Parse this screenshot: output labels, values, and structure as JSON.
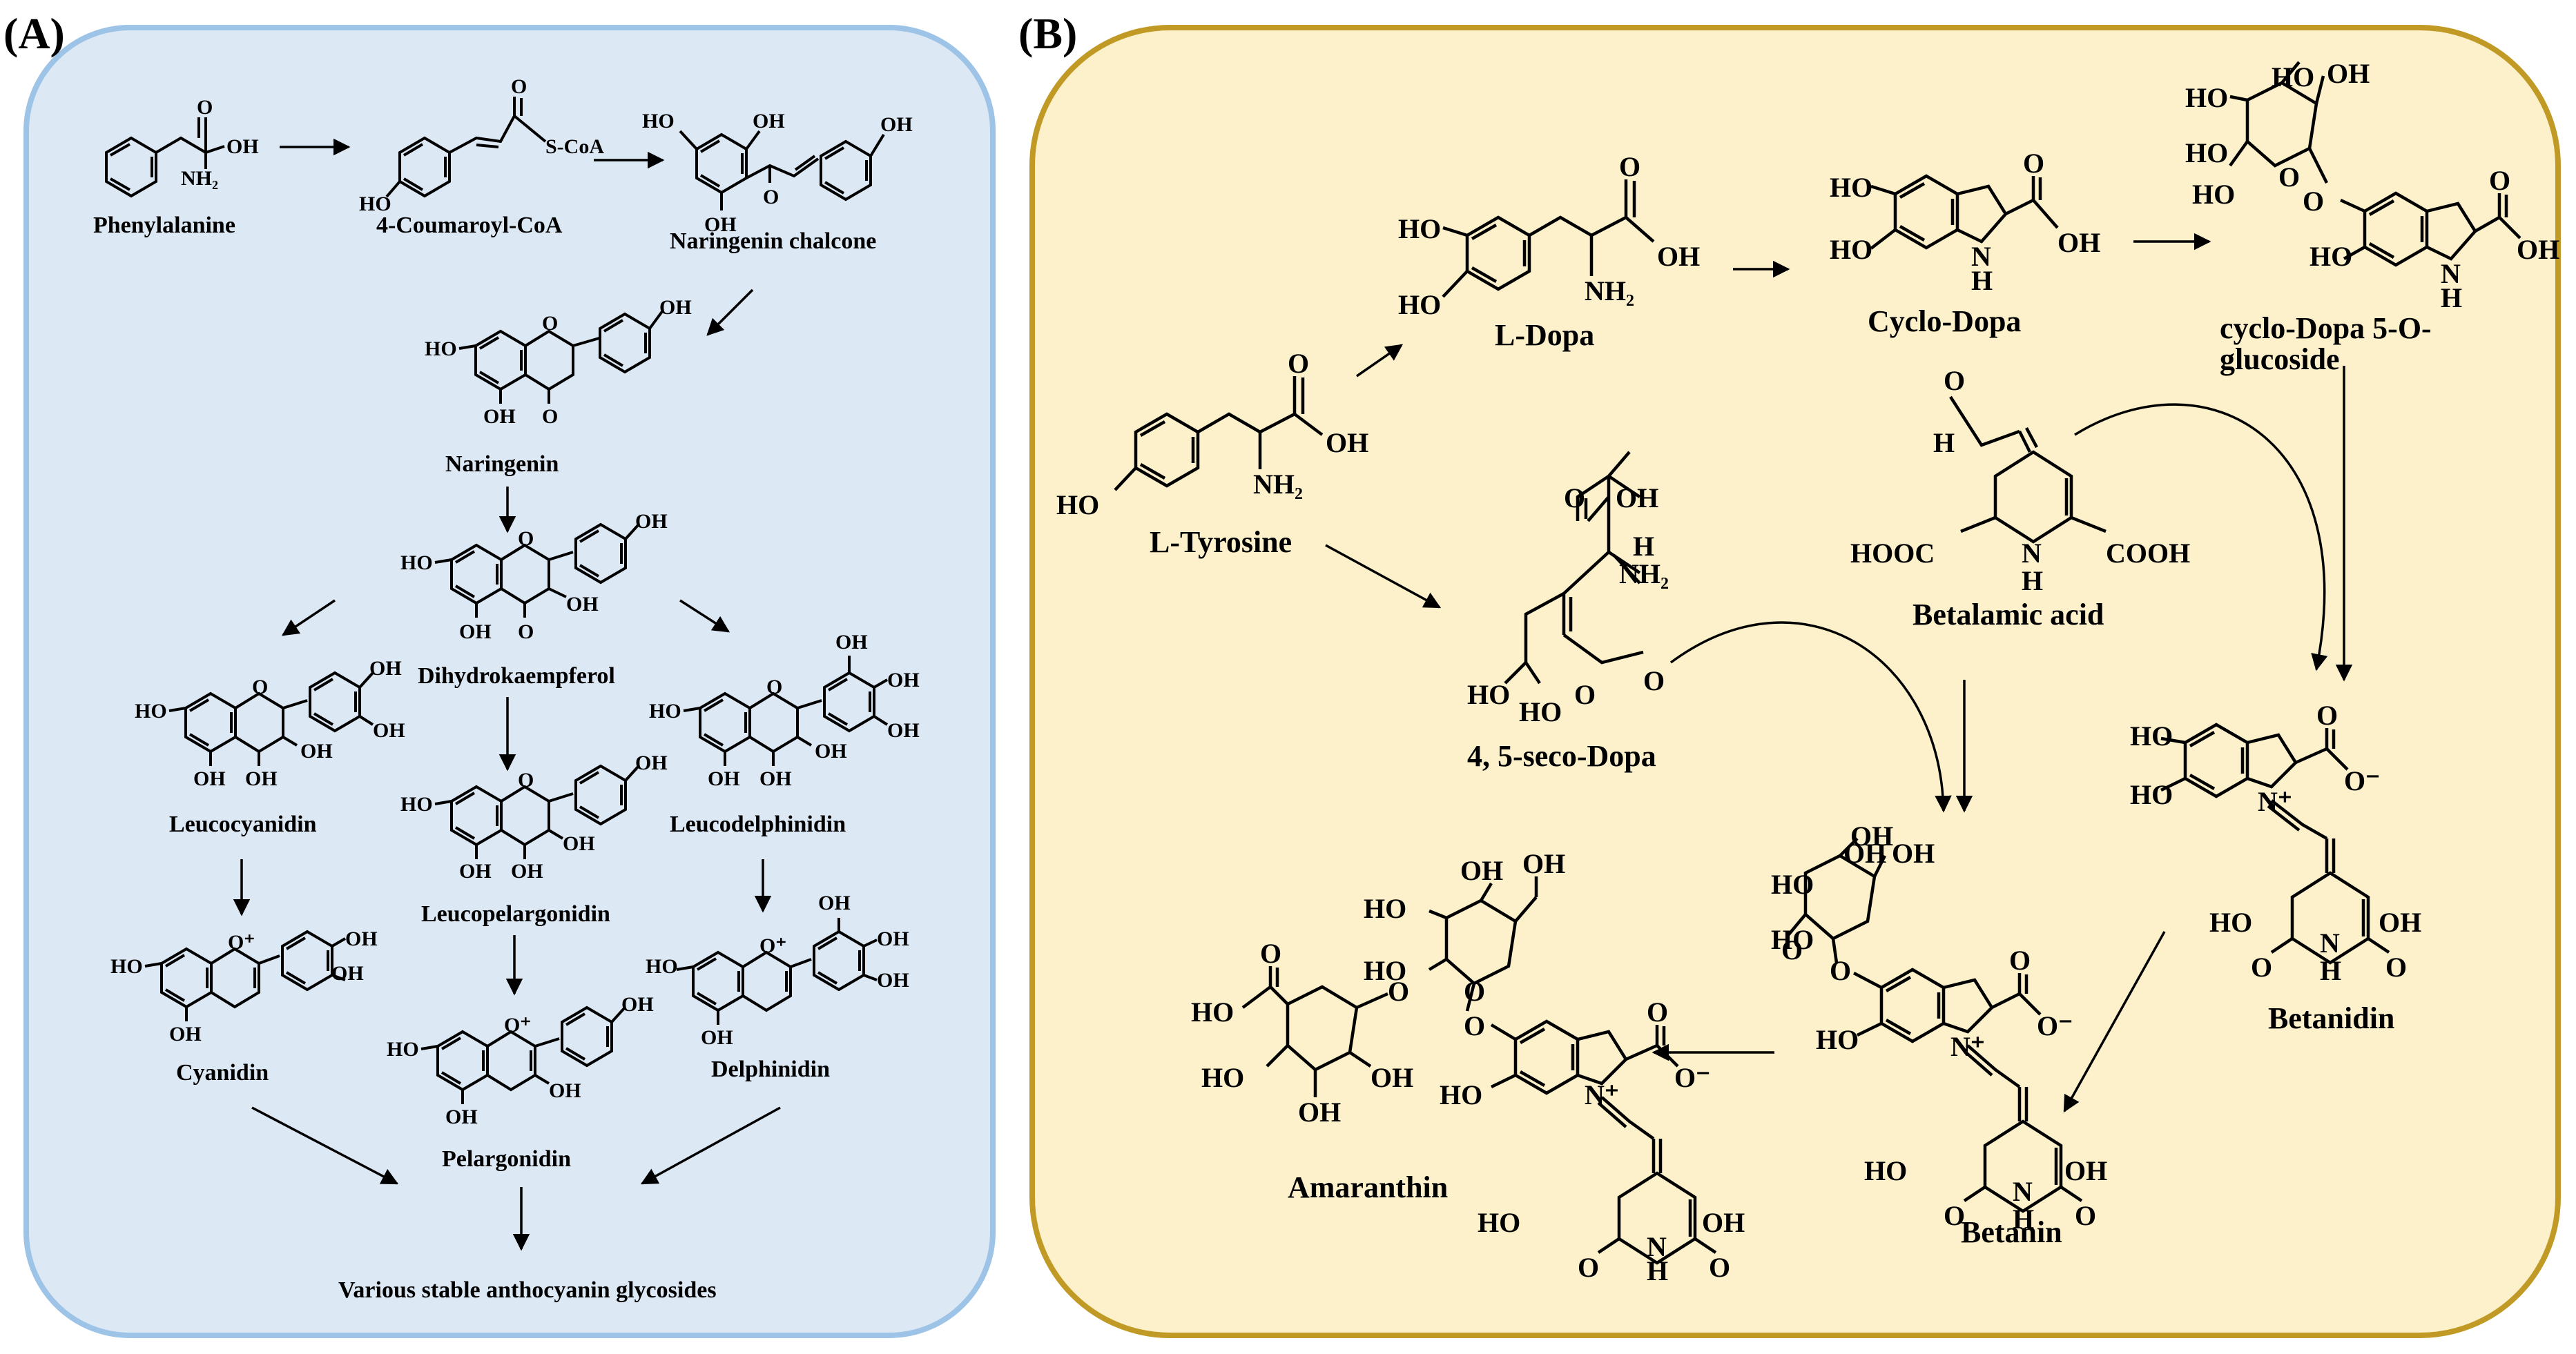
{
  "panels": {
    "a": {
      "label": "(A)",
      "fill": "#dde8f5",
      "stroke": "#9dc3e6"
    },
    "b": {
      "label": "(B)",
      "fill": "#fdf1cc",
      "stroke": "#c09a25"
    }
  },
  "compounds_a": {
    "phenylalanine": "Phenylalanine",
    "coumaroyl_coa": "4-Coumaroyl-CoA",
    "naringenin_chalcone": "Naringenin chalcone",
    "naringenin": "Naringenin",
    "dihydrokaempferol": "Dihydrokaempferol",
    "leucocyanidin": "Leucocyanidin",
    "leucopelargonidin": "Leucopelargonidin",
    "leucodelphinidin": "Leucodelphinidin",
    "cyanidin": "Cyanidin",
    "pelargonidin": "Pelargonidin",
    "delphinidin": "Delphinidin",
    "glycosides": "Various stable anthocyanin glycosides"
  },
  "compounds_b": {
    "l_tyrosine": "L-Tyrosine",
    "l_dopa": "L-Dopa",
    "cyclo_dopa": "Cyclo-Dopa",
    "cyclo_dopa_glucoside_1": "cyclo-Dopa 5-O-",
    "cyclo_dopa_glucoside_2": "glucoside",
    "seco_dopa": "4, 5-seco-Dopa",
    "betalamic_acid": "Betalamic acid",
    "betanidin": "Betanidin",
    "betanin": "Betanin",
    "amaranthin": "Amaranthin"
  },
  "atoms": {
    "oh": "OH",
    "ho": "HO",
    "o": "O",
    "nh2": "NH₂",
    "nh": "NH",
    "n": "N",
    "h": "H",
    "cooh": "COOH",
    "hooc": "HOOC",
    "scoa": "S-CoA",
    "o_plus": "O⁺",
    "n_plus": "N⁺",
    "o_minus": "O⁻"
  }
}
